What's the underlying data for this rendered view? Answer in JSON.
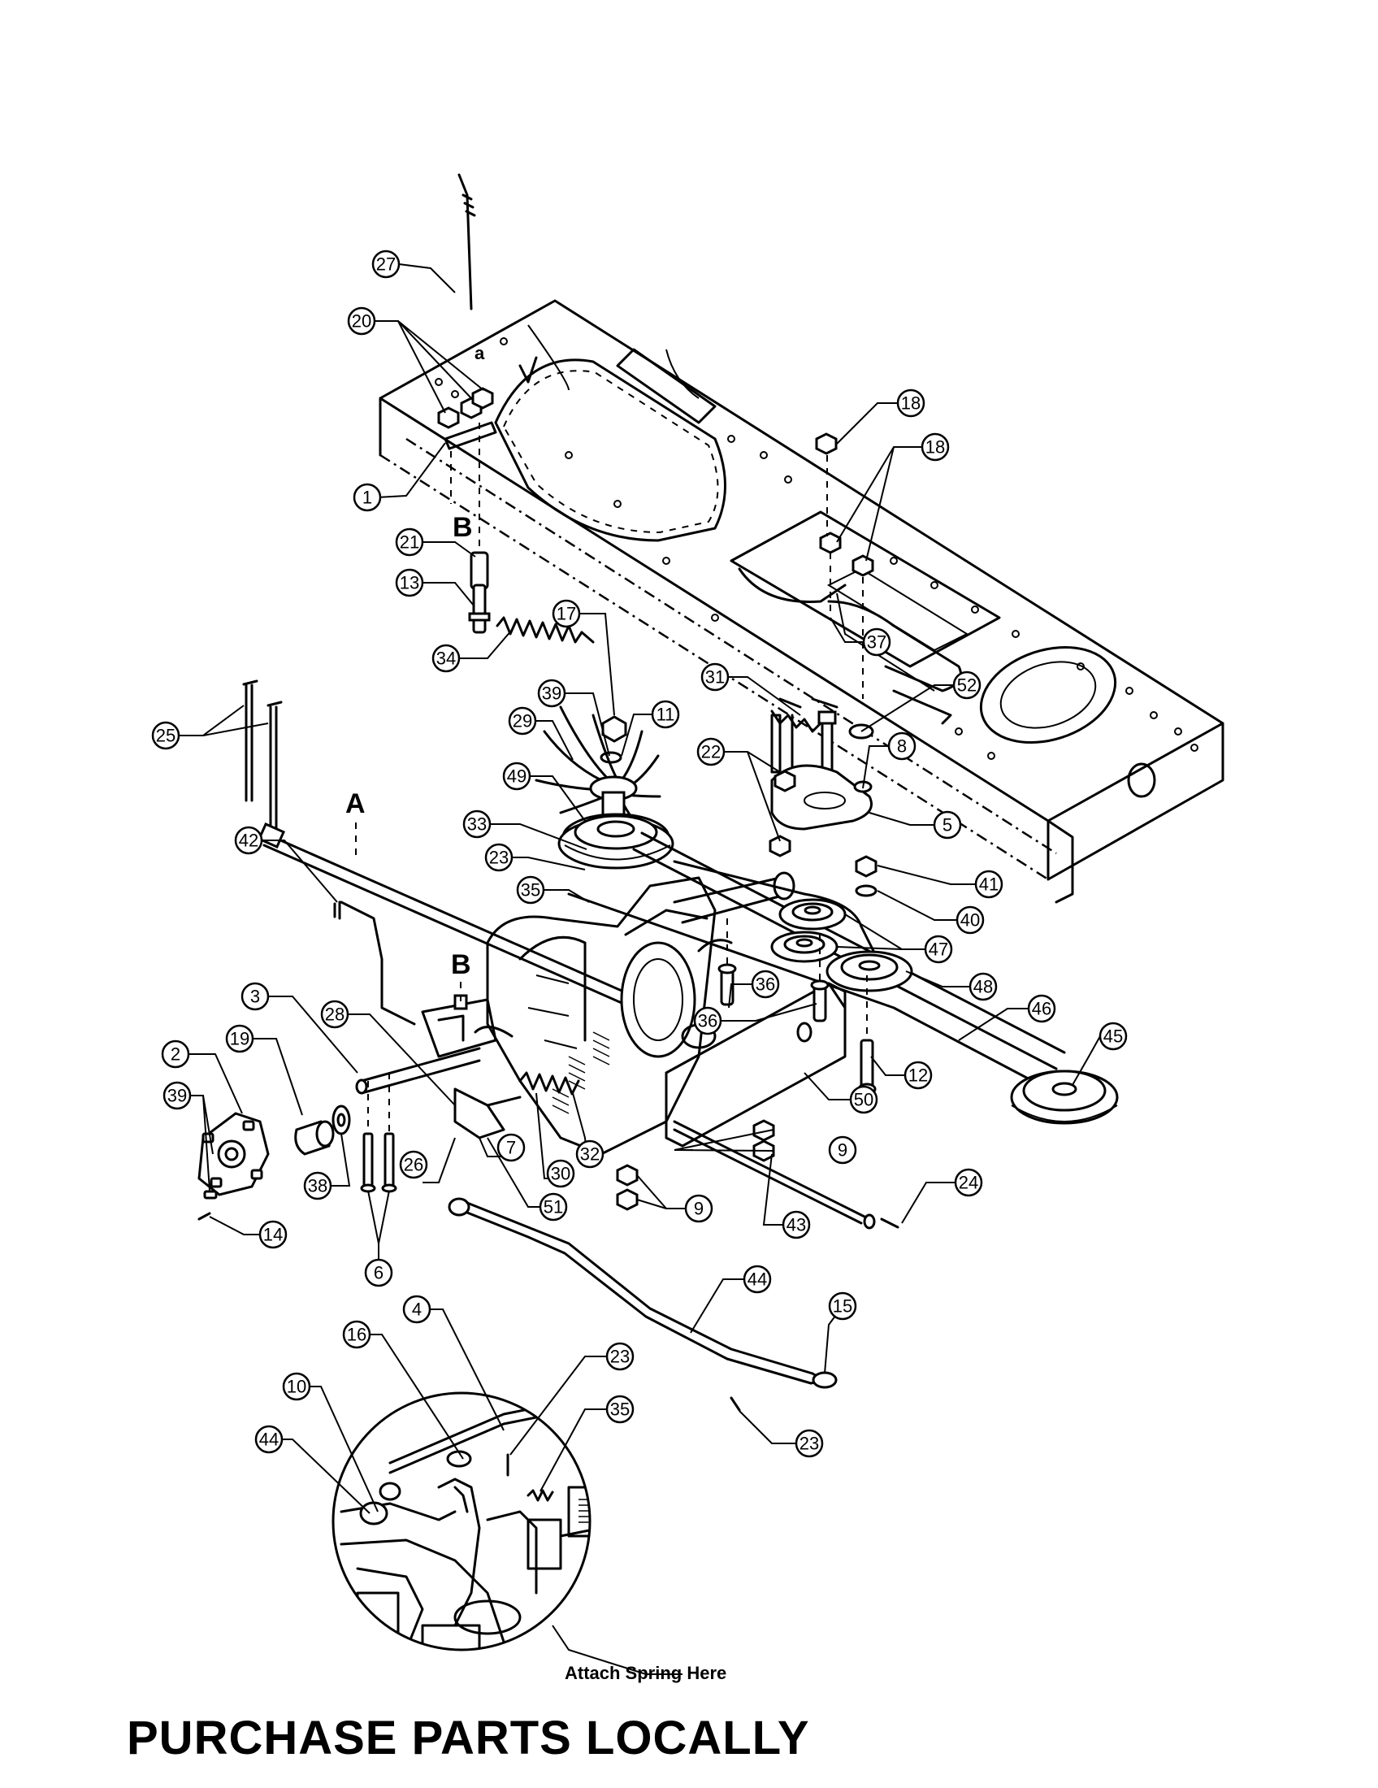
{
  "footer": {
    "text": "PURCHASE PARTS LOCALLY"
  },
  "letters": {
    "a": "a",
    "A": "A",
    "B": "B"
  },
  "note": "Attach Spring Here",
  "callouts": [
    {
      "id": "c27",
      "n": "27"
    },
    {
      "id": "c20",
      "n": "20"
    },
    {
      "id": "c1",
      "n": "1"
    },
    {
      "id": "c21",
      "n": "21"
    },
    {
      "id": "c13",
      "n": "13"
    },
    {
      "id": "c34",
      "n": "34"
    },
    {
      "id": "c17",
      "n": "17"
    },
    {
      "id": "c39a",
      "n": "39"
    },
    {
      "id": "c11",
      "n": "11"
    },
    {
      "id": "c29",
      "n": "29"
    },
    {
      "id": "c49",
      "n": "49"
    },
    {
      "id": "c33",
      "n": "33"
    },
    {
      "id": "c23a",
      "n": "23"
    },
    {
      "id": "c35a",
      "n": "35"
    },
    {
      "id": "c25",
      "n": "25"
    },
    {
      "id": "c42",
      "n": "42"
    },
    {
      "id": "c18a",
      "n": "18"
    },
    {
      "id": "c18b",
      "n": "18"
    },
    {
      "id": "c37",
      "n": "37"
    },
    {
      "id": "c52",
      "n": "52"
    },
    {
      "id": "c31",
      "n": "31"
    },
    {
      "id": "c22",
      "n": "22"
    },
    {
      "id": "c8",
      "n": "8"
    },
    {
      "id": "c5",
      "n": "5"
    },
    {
      "id": "c41",
      "n": "41"
    },
    {
      "id": "c40",
      "n": "40"
    },
    {
      "id": "c47",
      "n": "47"
    },
    {
      "id": "c48",
      "n": "48"
    },
    {
      "id": "c46",
      "n": "46"
    },
    {
      "id": "c45",
      "n": "45"
    },
    {
      "id": "c36a",
      "n": "36"
    },
    {
      "id": "c36b",
      "n": "36"
    },
    {
      "id": "c12",
      "n": "12"
    },
    {
      "id": "c50",
      "n": "50"
    },
    {
      "id": "c3",
      "n": "3"
    },
    {
      "id": "c28",
      "n": "28"
    },
    {
      "id": "c2",
      "n": "2"
    },
    {
      "id": "c19",
      "n": "19"
    },
    {
      "id": "c39b",
      "n": "39"
    },
    {
      "id": "c38",
      "n": "38"
    },
    {
      "id": "c14",
      "n": "14"
    },
    {
      "id": "c26",
      "n": "26"
    },
    {
      "id": "c7",
      "n": "7"
    },
    {
      "id": "c30",
      "n": "30"
    },
    {
      "id": "c32",
      "n": "32"
    },
    {
      "id": "c51",
      "n": "51"
    },
    {
      "id": "c6",
      "n": "6"
    },
    {
      "id": "c9a",
      "n": "9"
    },
    {
      "id": "c9b",
      "n": "9"
    },
    {
      "id": "c43",
      "n": "43"
    },
    {
      "id": "c24",
      "n": "24"
    },
    {
      "id": "c44a",
      "n": "44"
    },
    {
      "id": "c15",
      "n": "15"
    },
    {
      "id": "c23b",
      "n": "23"
    },
    {
      "id": "c4",
      "n": "4"
    },
    {
      "id": "c16",
      "n": "16"
    },
    {
      "id": "c23c",
      "n": "23"
    },
    {
      "id": "c10",
      "n": "10"
    },
    {
      "id": "c35b",
      "n": "35"
    },
    {
      "id": "c44b",
      "n": "44"
    }
  ]
}
